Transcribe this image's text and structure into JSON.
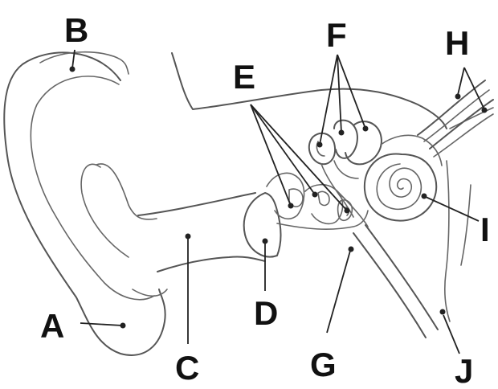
{
  "labels": {
    "a": "A",
    "b": "B",
    "c": "C",
    "d": "D",
    "e": "E",
    "f": "F",
    "g": "G",
    "h": "H",
    "i": "I",
    "j": "J"
  },
  "colors": {
    "ink": "#111111",
    "outline": "#555555",
    "background": "#ffffff"
  }
}
